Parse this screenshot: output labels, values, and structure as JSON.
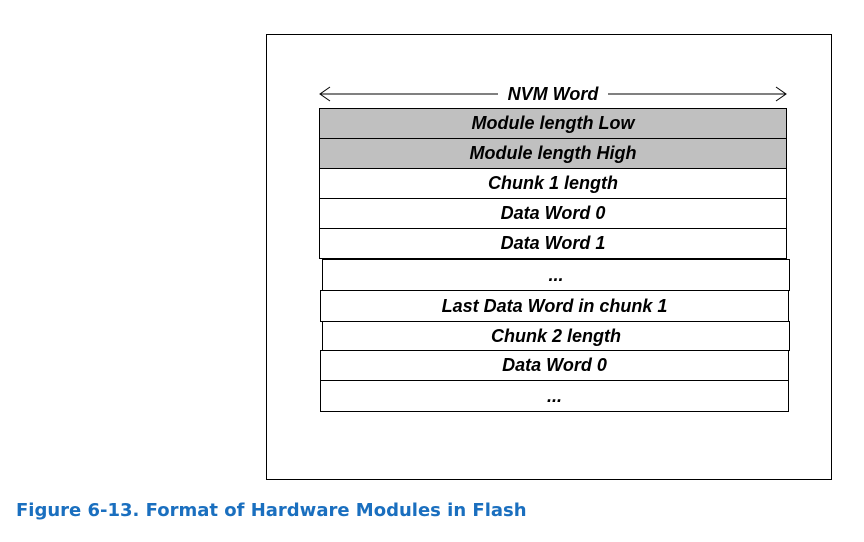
{
  "diagram": {
    "header": "NVM Word",
    "rows": [
      {
        "label": "Module length Low",
        "fill": "#c0c0c0"
      },
      {
        "label": "Module length High",
        "fill": "#c0c0c0"
      },
      {
        "label": "Chunk 1 length",
        "fill": "#ffffff"
      },
      {
        "label": "Data Word 0",
        "fill": "#ffffff"
      },
      {
        "label": "Data Word 1",
        "fill": "#ffffff"
      },
      {
        "label": "...",
        "fill": "#ffffff"
      },
      {
        "label": "Last Data Word in chunk 1",
        "fill": "#ffffff"
      },
      {
        "label": "Chunk 2 length",
        "fill": "#ffffff"
      },
      {
        "label": "Data Word 0",
        "fill": "#ffffff"
      },
      {
        "label": "...",
        "fill": "#ffffff"
      }
    ]
  },
  "caption": "Figure 6-13. Format of Hardware Modules in Flash",
  "colors": {
    "caption": "#1a6fbf",
    "shaded_row": "#c0c0c0",
    "border": "#000000"
  }
}
